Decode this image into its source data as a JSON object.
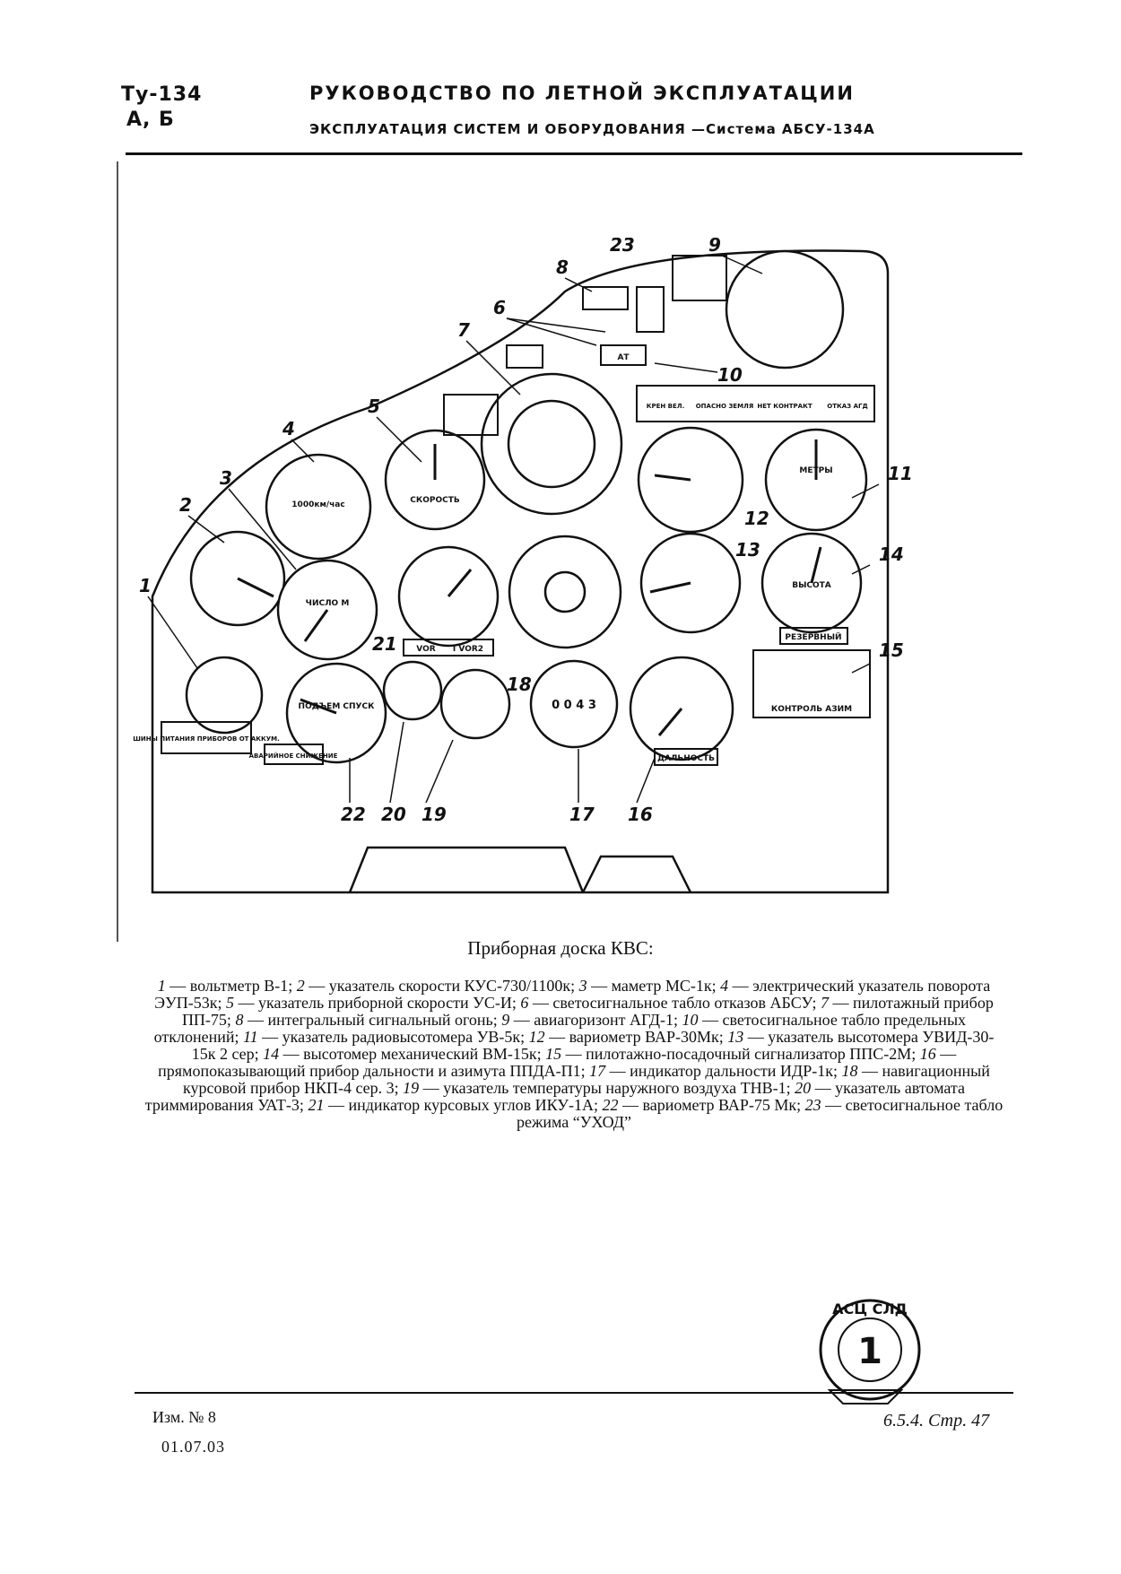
{
  "header": {
    "model_line1": "Ту-134",
    "model_line2": "А, Б",
    "title": "РУКОВОДСТВО ПО ЛЕТНОЙ ЭКСПЛУАТАЦИИ",
    "subtitle": "ЭКСПЛУАТАЦИЯ СИСТЕМ И ОБОРУДОВАНИЯ —Система АБСУ-134А"
  },
  "panel": {
    "callouts": [
      "1",
      "2",
      "3",
      "4",
      "5",
      "6",
      "7",
      "8",
      "9",
      "10",
      "11",
      "12",
      "13",
      "14",
      "15",
      "16",
      "17",
      "18",
      "19",
      "20",
      "21",
      "22",
      "23"
    ],
    "labels": {
      "vert_speed": "ПОДЪЕМ СПУСК",
      "mach": "ЧИСЛО М",
      "speed": "СКОРОСТЬ",
      "meters": "МЕТРЫ",
      "altitude": "ВЫСОТА",
      "turn": "1000км/час",
      "bus_power": "ШИНЫ ПИТАНИЯ ПРИБОРОВ ОТ АККУМ.",
      "emergency_descent": "АВАРИЙНОЕ СНИЖЕНИЕ",
      "range": "ДАЛЬНОСТЬ",
      "reserve": "РЕЗЕРВНЫЙ",
      "azimuth_control": "КОНТРОЛЬ АЗИМ",
      "vor": "VOR",
      "vor2": "I VOR2",
      "at": "АТ",
      "warn1": "КРЕН ВЕЛ.",
      "warn2": "ОПАСНО ЗЕМЛЯ",
      "warn3": "НЕТ КОНТРАКТ",
      "warn4": "ОТКАЗ АГД",
      "range_digits": "0 0 4 3"
    }
  },
  "caption": "Приборная доска КВС:",
  "legend": [
    {
      "n": "1",
      "t": " — вольтметр В-1; "
    },
    {
      "n": "2",
      "t": " — указатель скорости КУС-730/1100к; "
    },
    {
      "n": "3",
      "t": " — маметр МС-1к; "
    },
    {
      "n": "4",
      "t": " — электрический указатель поворота ЭУП-53к; "
    },
    {
      "n": "5",
      "t": " — указатель приборной скорости УС-И; "
    },
    {
      "n": "6",
      "t": " — светосигнальное табло отказов АБСУ; "
    },
    {
      "n": "7",
      "t": " — пилотажный прибор ПП-75; "
    },
    {
      "n": "8",
      "t": " — интегральный сигнальный огонь; "
    },
    {
      "n": "9",
      "t": " — авиагоризонт АГД-1; "
    },
    {
      "n": "10",
      "t": " — светосигнальное табло предельных отклонений; "
    },
    {
      "n": "11",
      "t": " — указатель радиовысотомера УВ-5к; "
    },
    {
      "n": "12",
      "t": " — вариометр ВАР-30Мк; "
    },
    {
      "n": "13",
      "t": " — указатель высотомера УВИД-30-15к 2 сер; "
    },
    {
      "n": "14",
      "t": " — высотомер механический ВМ-15к; "
    },
    {
      "n": "15",
      "t": " — пилотажно-посадочный сигнализатор ППС-2М; "
    },
    {
      "n": "16",
      "t": " — прямопоказывающий прибор дальности и азимута ППДА-П1; "
    },
    {
      "n": "17",
      "t": " — индикатор дальности ИДР-1к; "
    },
    {
      "n": "18",
      "t": " — навигационный курсовой прибор НКП-4 сер. 3; "
    },
    {
      "n": "19",
      "t": " — указатель температуры наружного воздуха ТНВ-1; "
    },
    {
      "n": "20",
      "t": " — указатель автомата триммирования УАТ-3; "
    },
    {
      "n": "21",
      "t": " — индикатор курсовых углов ИКУ-1А; "
    },
    {
      "n": "22",
      "t": " — вариометр ВАР-75 Мк; "
    },
    {
      "n": "23",
      "t": " — светосигнальное табло режима “УХОД”"
    }
  ],
  "footer": {
    "revision": "Изм. № 8",
    "date": "01.07.03",
    "page": "6.5.4. Стр. 47",
    "stamp_text": "АСЦ СЛД",
    "stamp_number": "1"
  }
}
